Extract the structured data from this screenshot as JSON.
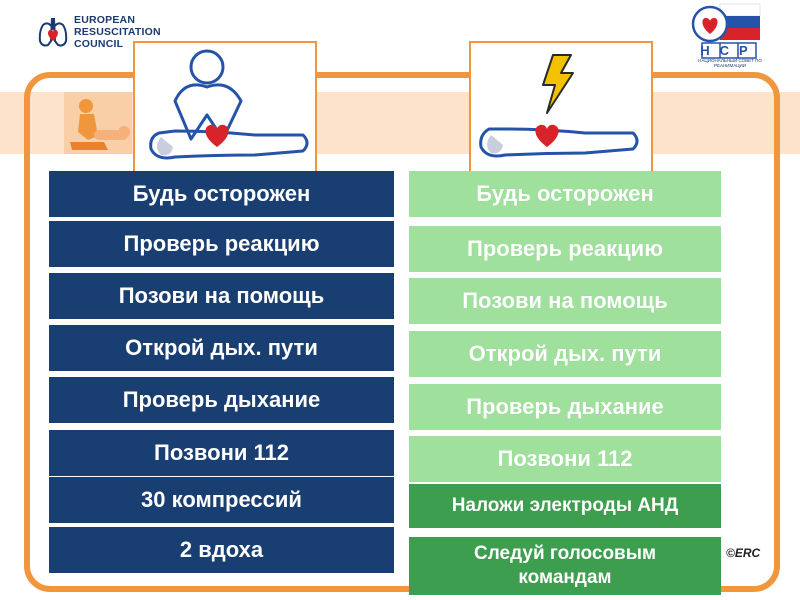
{
  "erc": {
    "line1": "EUROPEAN",
    "line2": "RESUSCITATION",
    "line3": "COUNCIL"
  },
  "nsr": {
    "abbr": "НСР",
    "caption": "НАЦИОНАЛЬНЫЙ СОВЕТ ПО РЕАНИМАЦИИ"
  },
  "copyright": "©ERC",
  "colors": {
    "blue": "#183e72",
    "light_green": "#9ee09c",
    "dark_green": "#3d9e4f",
    "orange": "#f0963c"
  },
  "icons": {
    "left_panel": "cpr-person-icon",
    "right_panel": "aed-lightning-icon"
  },
  "bls_steps": [
    "Будь осторожен",
    "Проверь реакцию",
    "Позови на помощь",
    "Открой дых. пути",
    "Проверь дыхание",
    "Позвони 112",
    "30 компрессий",
    "2 вдоха"
  ],
  "aed_steps": [
    "Будь осторожен",
    "Проверь реакцию",
    "Позови на помощь",
    "Открой дых. пути",
    "Проверь дыхание",
    "Позвони 112",
    "Наложи электроды АНД",
    "Следуй голосовым командам"
  ]
}
